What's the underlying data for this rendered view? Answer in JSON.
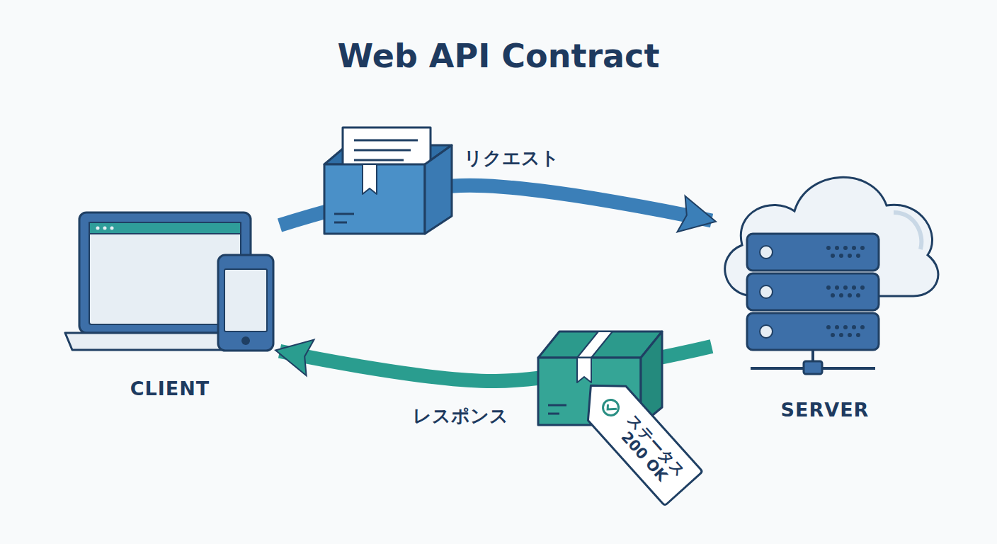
{
  "diagram": {
    "title": "Web API Contract",
    "nodes": [
      {
        "text": [
          "CLIENT"
        ]
      },
      {
        "text": [
          "SERVER"
        ]
      },
      {
        "text": [
          "ステータス 200 OK"
        ]
      }
    ],
    "edges": [
      {
        "from": 0,
        "to": 1,
        "label": "リクエスト",
        "arrow": "to"
      },
      {
        "from": 1,
        "to": 0,
        "label": "レスポンス",
        "arrow": "to"
      }
    ]
  }
}
